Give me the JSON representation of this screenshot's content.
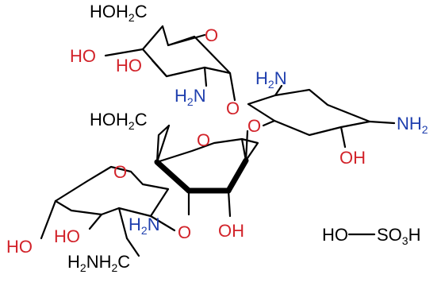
{
  "colors": {
    "bond": "#000000",
    "oxygen": "#d2232a",
    "nitrogen": "#1f3fae",
    "carbon": "#000000"
  },
  "labels": {
    "top_ch2oh": "HOH",
    "top_ch2oh_sub": "2",
    "top_ch2oh_c": "C",
    "ring1_o": "O",
    "ring1_ho_left": "HO",
    "ring1_ho_inner": "HO",
    "ring1_nh2_h": "H",
    "ring1_nh2_sub": "2",
    "ring1_nh2_n": "N",
    "link_o_1": "O",
    "ring2_nh2_h": "H",
    "ring2_nh2_sub": "2",
    "ring2_nh2_n": "N",
    "ring2_nh2_right_n": "NH",
    "ring2_nh2_right_sub": "2",
    "ring2_oh": "OH",
    "link_o_2": "O",
    "ribose_ch2oh": "HOH",
    "ribose_ch2oh_sub": "2",
    "ribose_ch2oh_c": "C",
    "ribose_o": "O",
    "ribose_oh": "OH",
    "ring4_o": "O",
    "ring4_nh2_h": "H",
    "ring4_nh2_sub": "2",
    "ring4_nh2_n": "N",
    "link_o_3": "O",
    "ring4_ho_left": "HO",
    "ring4_ho_inner": "HO",
    "bottom_h2n": "H",
    "bottom_h2n_sub": "2",
    "bottom_nh2": "NH",
    "bottom_nh2_sub": "2",
    "bottom_c": "C",
    "sulfate_ho": "HO",
    "sulfate_so": "SO",
    "sulfate_sub": "3",
    "sulfate_h": "H"
  }
}
